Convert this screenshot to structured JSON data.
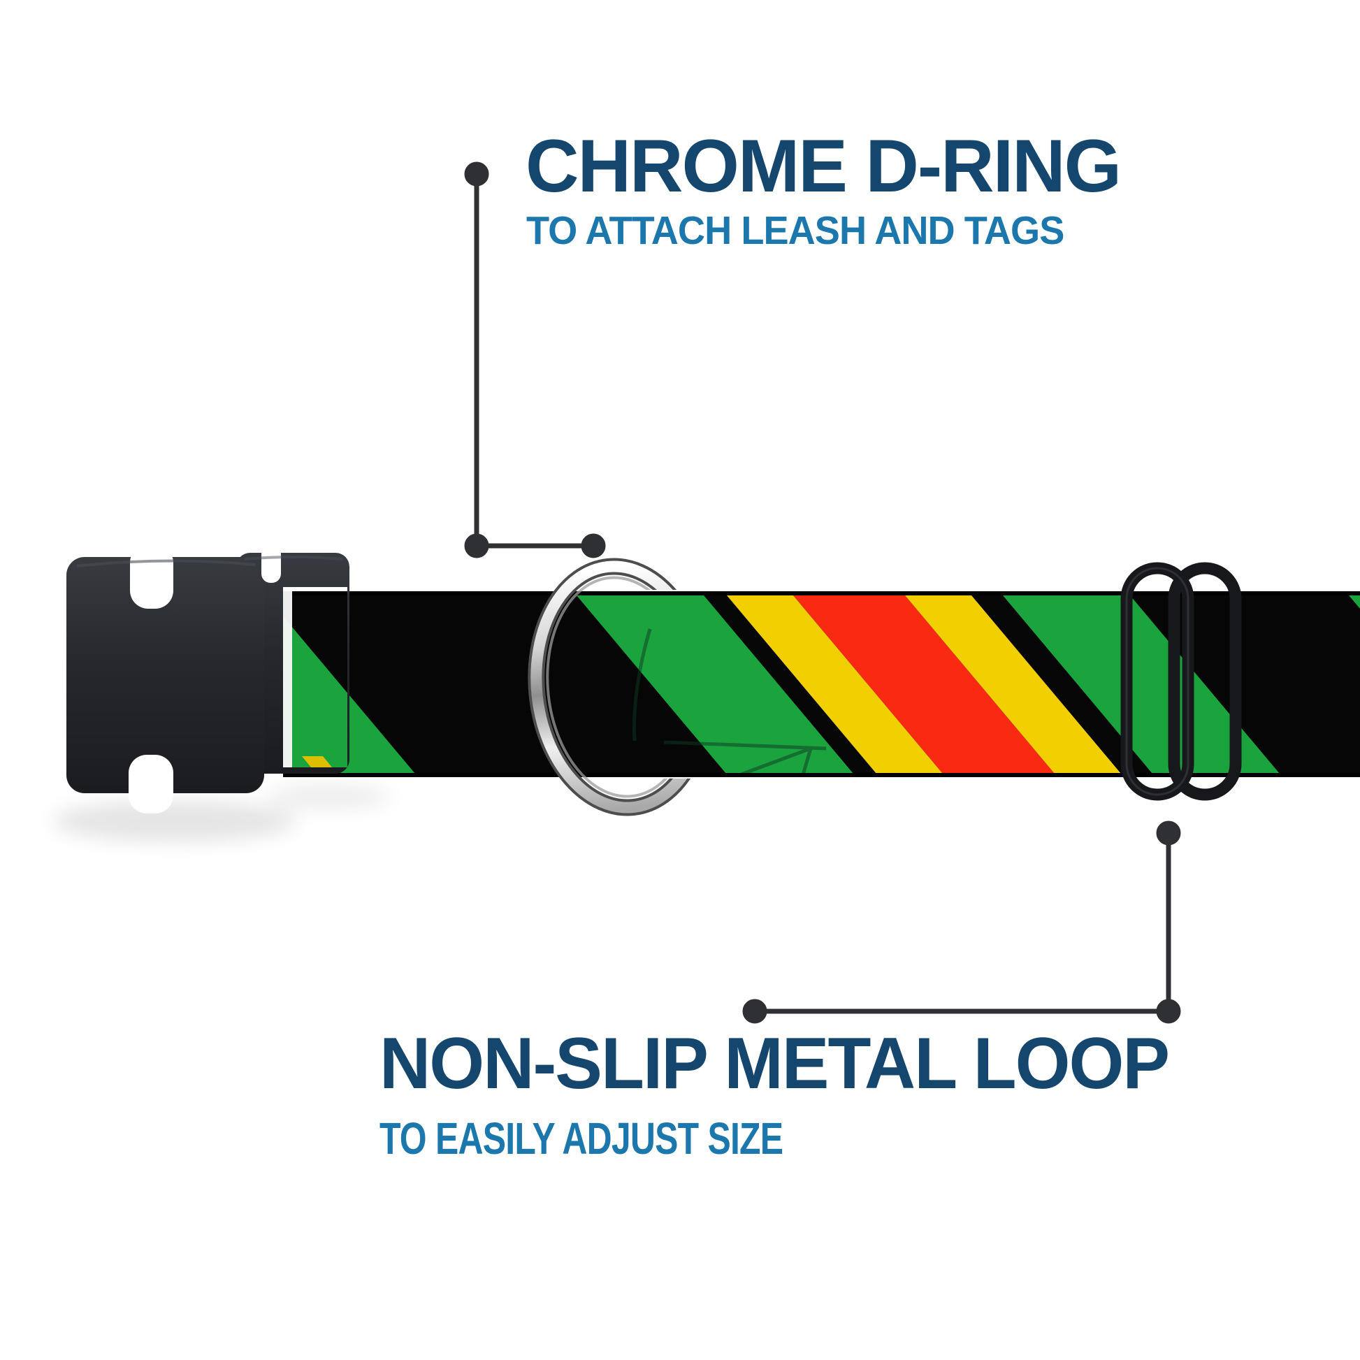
{
  "callouts": {
    "top": {
      "title": "CHROME D-RING",
      "subtitle": "TO ATTACH LEASH AND TAGS"
    },
    "bottom": {
      "title": "NON-SLIP METAL LOOP",
      "subtitle": "TO EASILY ADJUST SIZE"
    }
  },
  "colors": {
    "background": "#ffffff",
    "title_navy": "#15466e",
    "subtitle_blue": "#1c77ad",
    "callout_marker_dark": "#2e3033",
    "webbing_black": "#060606",
    "stripe_green": "#1ba43e",
    "stripe_yellow": "#f2cf00",
    "stripe_red": "#fa2a12",
    "hardware_plastic_black": "#26282d",
    "chrome_silver": "#c9c9c9"
  },
  "product": {
    "description_parts": [
      {
        "name": "side-release-buckle",
        "material": "black plastic"
      },
      {
        "name": "chrome-d-ring",
        "material": "chrome metal"
      },
      {
        "name": "striped-webbing",
        "pattern": [
          "green",
          "black",
          "green",
          "black",
          "yellow",
          "red",
          "yellow",
          "black",
          "green",
          "black",
          "green"
        ]
      },
      {
        "name": "metal-adjuster-loop",
        "material": "black"
      }
    ]
  }
}
